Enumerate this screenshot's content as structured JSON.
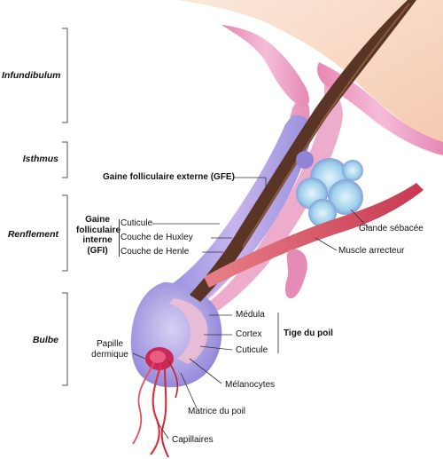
{
  "sections": {
    "infundibulum": "Infundibulum",
    "isthmus": "Isthmus",
    "renflement": "Renflement",
    "bulbe": "Bulbe"
  },
  "labels": {
    "gfe": "Gaine folliculaire externe (GFE)",
    "gfi_line1": "Gaine",
    "gfi_line2": "folliculaire",
    "gfi_line3": "interne",
    "gfi_line4": "(GFI)",
    "cuticule_gfi": "Cuticule",
    "huxley": "Couche de Huxley",
    "henle": "Couche de Henle",
    "glande": "Glande sébacée",
    "muscle": "Muscle arrecteur",
    "medula": "Médula",
    "cortex": "Cortex",
    "cuticule_tige": "Cuticule",
    "tige": "Tige du poil",
    "papille_line1": "Papille",
    "papille_line2": "dermique",
    "melanocytes": "Mélanocytes",
    "matrice": "Matrice du poil",
    "capillaires": "Capillaires"
  },
  "colors": {
    "skin_pink": "#f0a8c8",
    "skin_peach": "#f7dcc4",
    "sheath_blue": "#a9a8e8",
    "sheath_purple": "#c79be0",
    "hair_brown": "#5a3424",
    "muscle_red": "#d65060",
    "gland_blue": "#a8d6ee",
    "capillary_red": "#e03040"
  }
}
